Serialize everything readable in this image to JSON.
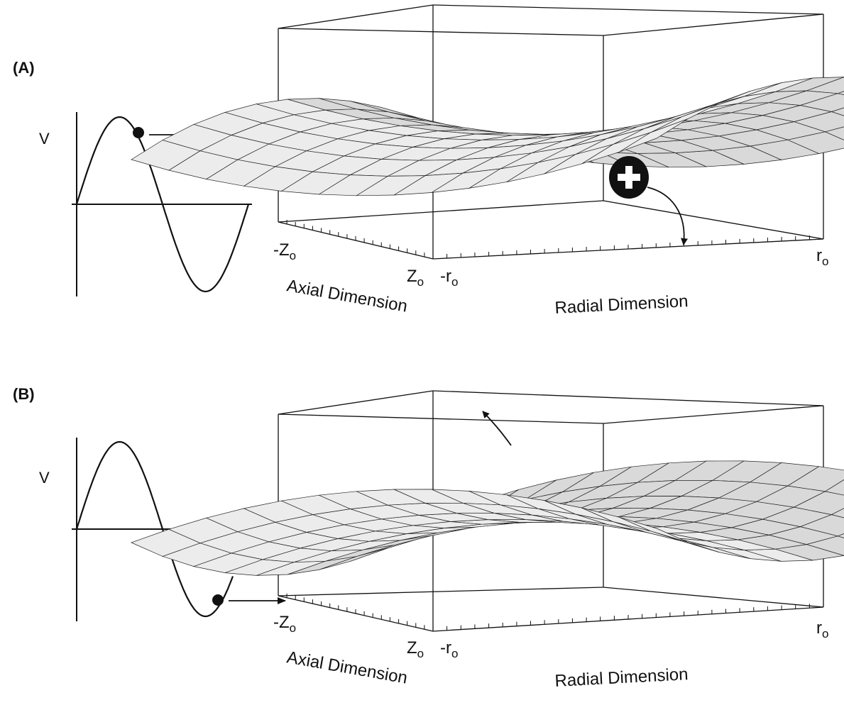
{
  "panels": [
    {
      "id": "A",
      "label": "(A)",
      "voltage_label": "V",
      "phase_marker": "after-positive-peak",
      "surface_orientation": "saddle-radial-down",
      "ion_symbol": "+",
      "axial_tick_neg": "-Z",
      "axial_tick_pos": "Z",
      "axial_sub": "o",
      "radial_tick_neg": "-r",
      "radial_tick_pos": "r",
      "radial_sub": "o",
      "axial_title": "Axial Dimension",
      "radial_title": "Radial Dimension"
    },
    {
      "id": "B",
      "label": "(B)",
      "voltage_label": "V",
      "phase_marker": "after-negative-trough",
      "surface_orientation": "saddle-radial-up",
      "axial_tick_neg": "-Z",
      "axial_tick_pos": "Z",
      "axial_sub": "o",
      "radial_tick_neg": "-r",
      "radial_tick_pos": "r",
      "radial_sub": "o",
      "axial_title": "Axial Dimension",
      "radial_title": "Radial Dimension"
    }
  ],
  "colors": {
    "surface": "#ececec",
    "surface_back": "#d9d9d9",
    "line": "#111111"
  }
}
